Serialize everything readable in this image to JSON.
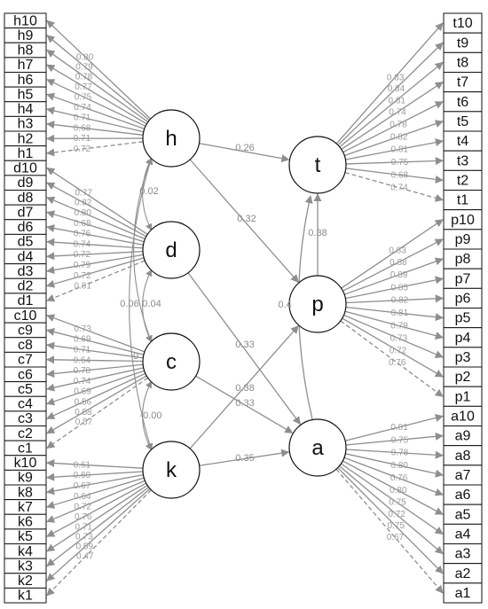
{
  "colors": {
    "edge": "#8e8e8e",
    "stroke": "#111111",
    "coef": "#9a9a9a"
  },
  "left_groups": [
    {
      "latent": "h",
      "items": [
        "h10",
        "h9",
        "h8",
        "h7",
        "h6",
        "h5",
        "h4",
        "h3",
        "h2",
        "h1"
      ],
      "loadings": [
        "0.80",
        "0.79",
        "0.78",
        "0.77",
        "0.75",
        "0.74",
        "0.71",
        "0.68",
        "0.71",
        "0.72"
      ],
      "dashed_last": true
    },
    {
      "latent": "d",
      "items": [
        "d10",
        "d9",
        "d8",
        "d7",
        "d6",
        "d5",
        "d4",
        "d3",
        "d2",
        "d1"
      ],
      "loadings": [
        "0.77",
        "0.82",
        "0.80",
        "0.68",
        "0.76",
        "0.74",
        "0.72",
        "0.79",
        "0.72",
        "0.81"
      ],
      "dashed_last": true
    },
    {
      "latent": "c",
      "items": [
        "c10",
        "c9",
        "c8",
        "c7",
        "c6",
        "c5",
        "c4",
        "c3",
        "c2",
        "c1"
      ],
      "loadings": [
        "0.73",
        "0.69",
        "0.71",
        "0.64",
        "0.78",
        "0.74",
        "0.69",
        "0.56",
        "0.58",
        "0.57"
      ],
      "dashed_last": true
    },
    {
      "latent": "k",
      "items": [
        "k10",
        "k9",
        "k8",
        "k7",
        "k6",
        "k5",
        "k4",
        "k3",
        "k2",
        "k1"
      ],
      "loadings": [
        "0.61",
        "0.60",
        "0.67",
        "0.64",
        "0.72",
        "0.76",
        "0.71",
        "0.73",
        "0.59",
        "0.47"
      ],
      "dashed_last": true
    }
  ],
  "right_groups": [
    {
      "latent": "t",
      "items": [
        "t10",
        "t9",
        "t8",
        "t7",
        "t6",
        "t5",
        "t4",
        "t3",
        "t2",
        "t1"
      ],
      "loadings": [
        "0.83",
        "0.84",
        "0.81",
        "0.74",
        "0.78",
        "0.82",
        "0.81",
        "0.75",
        "0.68",
        "0.74"
      ],
      "dashed_last": true
    },
    {
      "latent": "p",
      "items": [
        "p10",
        "p9",
        "p8",
        "p7",
        "p6",
        "p5",
        "p4",
        "p3",
        "p2",
        "p1"
      ],
      "loadings": [
        "0.83",
        "0.88",
        "0.89",
        "0.85",
        "0.82",
        "0.81",
        "0.79",
        "0.73",
        "0.72",
        "0.76"
      ],
      "dashed_last": true
    },
    {
      "latent": "a",
      "items": [
        "a10",
        "a9",
        "a8",
        "a7",
        "a6",
        "a5",
        "a4",
        "a3",
        "a2",
        "a1"
      ],
      "loadings": [
        "0.81",
        "0.75",
        "0.78",
        "0.80",
        "0.76",
        "0.80",
        "0.75",
        "0.72",
        "0.75",
        "0.67"
      ],
      "dashed_last": true
    }
  ],
  "paths": [
    {
      "from": "h",
      "to": "t",
      "label": "0.26"
    },
    {
      "from": "h",
      "to": "p",
      "label": "0.32"
    },
    {
      "from": "d",
      "to": "a",
      "label": "0.33"
    },
    {
      "from": "c",
      "to": "a",
      "label": "0.33"
    },
    {
      "from": "k",
      "to": "p",
      "label": "0.38"
    },
    {
      "from": "k",
      "to": "a",
      "label": "0.35"
    },
    {
      "from": "p",
      "to": "t",
      "label": "0.38"
    },
    {
      "from": "a",
      "to": "t",
      "label": "0.4"
    }
  ],
  "covariances": [
    {
      "a": "h",
      "b": "d",
      "label": "0.02"
    },
    {
      "a": "d",
      "b": "c",
      "label": "0.04"
    },
    {
      "a": "h",
      "b": "c",
      "label": "0.06"
    },
    {
      "a": "c",
      "b": "k",
      "label": "-0.00"
    },
    {
      "a": "h",
      "b": "k",
      "label": "0"
    }
  ]
}
